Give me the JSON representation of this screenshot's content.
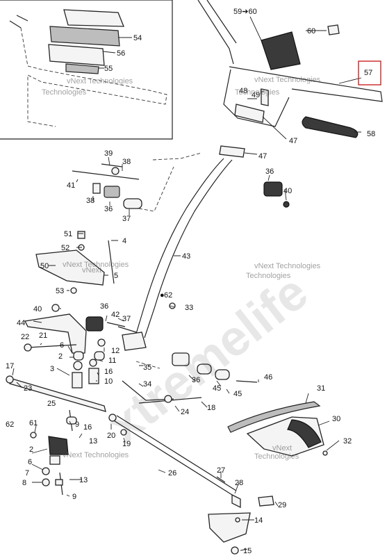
{
  "callouts": {
    "c59": "59➔60",
    "c60": "60",
    "c54": "54",
    "c56": "56",
    "c55": "55",
    "c57": "57",
    "c48": "48",
    "c49": "49",
    "c58": "58",
    "c47a": "47",
    "c47b": "47",
    "c39": "39",
    "c38a": "38",
    "c41": "41",
    "c38b": "38",
    "c36a": "36",
    "c37": "37",
    "c36b": "36",
    "c40a": "40",
    "c51": "51",
    "c4": "4",
    "c52": "52",
    "c50": "50",
    "c5": "5",
    "c53": "53",
    "c43": "43",
    "c62a": "62",
    "c33": "33",
    "c40b": "40",
    "c36c": "36",
    "c42": "42",
    "c37b": "37",
    "c44": "44",
    "c22": "22",
    "c21": "21",
    "c6a": "6",
    "c12": "12",
    "c2a": "2",
    "c11": "11",
    "c3": "3",
    "c16a": "16",
    "c10": "10",
    "c17": "17",
    "c23": "23",
    "c35": "35",
    "c34": "34",
    "c36d": "36",
    "c45a": "45",
    "c45b": "45",
    "c46": "46",
    "c18": "18",
    "c25": "25",
    "c24": "24",
    "c62b": "62",
    "c61": "61",
    "c9a": "9",
    "c20": "20",
    "c31": "31",
    "c30": "30",
    "c16b": "16",
    "c13a": "13",
    "c19": "19",
    "c32": "32",
    "c2b": "2",
    "c6b": "6",
    "c26": "26",
    "c7": "7",
    "c13b": "13",
    "c27": "27",
    "c8": "8",
    "c9b": "9",
    "c28": "28",
    "c29": "29",
    "c14": "14",
    "c15": "15"
  },
  "watermarks": {
    "big": "xtremelife",
    "small": "vNext Technologies",
    "small_a": "vNext Technologies",
    "small_b": "vNext Technologies",
    "small_c": "vNext",
    "small_d": "Technologies",
    "small_e": "vNext Technologies",
    "small_f": "Technologies",
    "small_g": "Technologies",
    "small_h": "vNext",
    "small_i": "Technologies",
    "small_j": "vNext Technologies"
  },
  "colors": {
    "line": "#222222",
    "background": "#ffffff",
    "highlight_box": "#cc2222"
  }
}
